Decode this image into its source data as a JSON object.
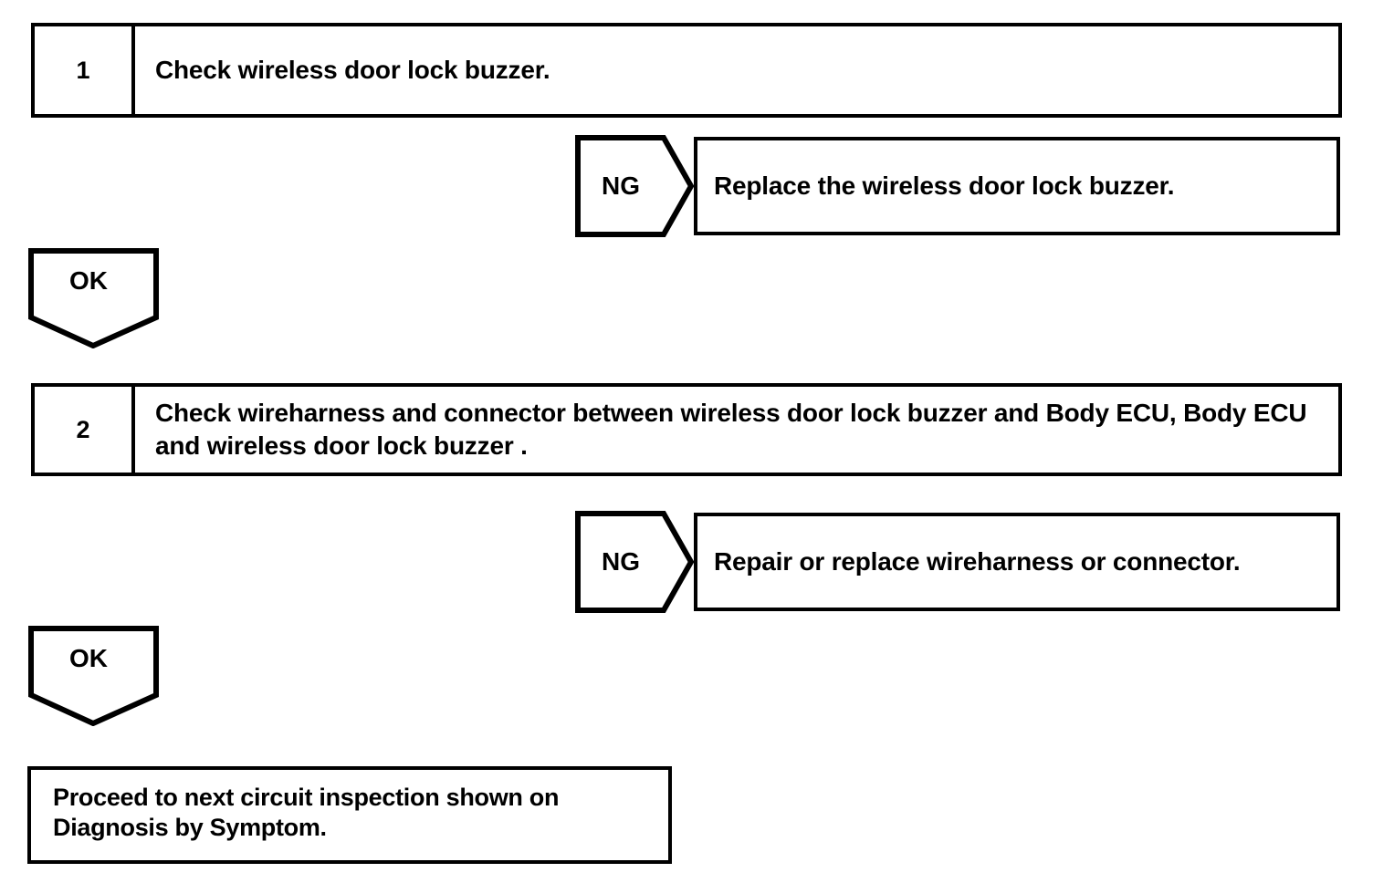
{
  "document": {
    "type": "troubleshooting-flowchart",
    "line_color": "#000000",
    "background_color": "#ffffff"
  },
  "steps": [
    {
      "number": "1",
      "instruction": "Check wireless door lock buzzer."
    },
    {
      "number": "2",
      "instruction": "Check wireharness and connector between wireless door lock buzzer and Body ECU, Body ECU and wireless door lock buzzer ."
    }
  ],
  "branches": [
    {
      "label": "NG",
      "action": "Replace the wireless door lock buzzer."
    },
    {
      "label": "OK",
      "action": ""
    },
    {
      "label": "NG",
      "action": "Repair or replace wireharness or connector."
    },
    {
      "label": "OK",
      "action": ""
    }
  ],
  "terminal": {
    "text": "Proceed to next circuit inspection shown on Diagnosis by Symptom."
  }
}
